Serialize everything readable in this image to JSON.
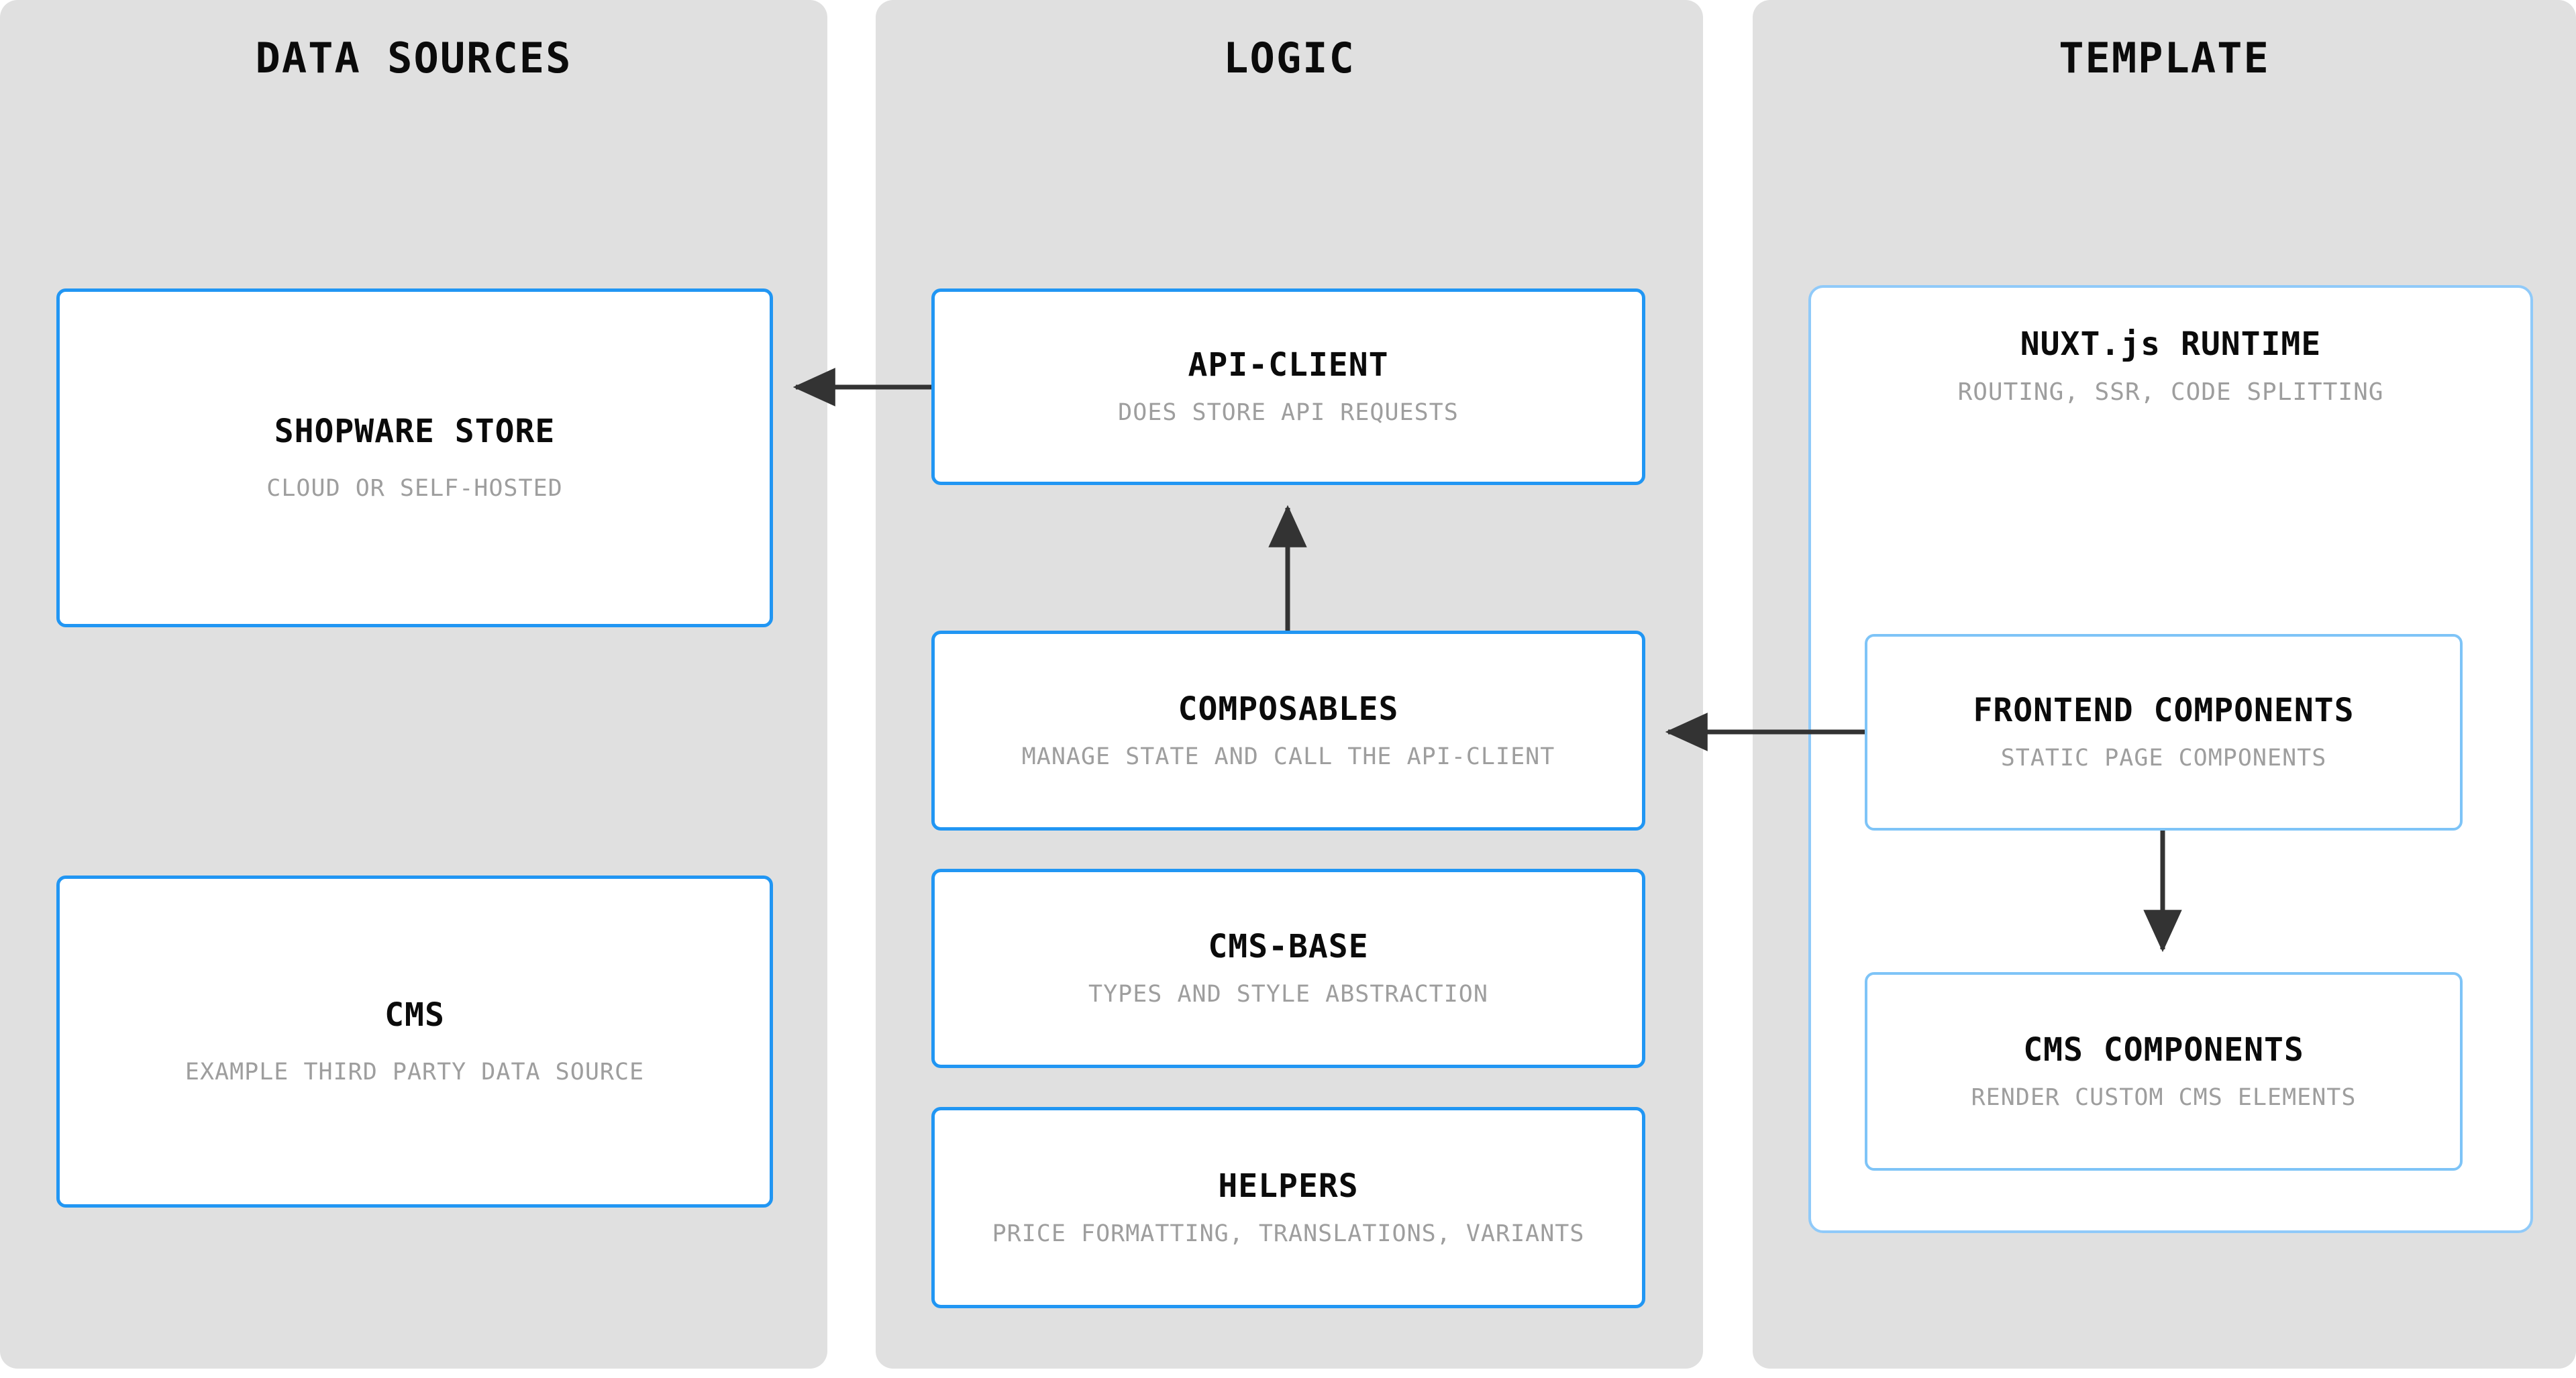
{
  "columns": [
    {
      "id": "data-sources",
      "title": "DATA SOURCES"
    },
    {
      "id": "logic",
      "title": "LOGIC"
    },
    {
      "id": "template",
      "title": "TEMPLATE"
    }
  ],
  "nodes": {
    "shopware_store": {
      "title": "SHOPWARE STORE",
      "subtitle": "CLOUD OR SELF-HOSTED"
    },
    "cms": {
      "title": "CMS",
      "subtitle": "EXAMPLE THIRD PARTY DATA SOURCE"
    },
    "api_client": {
      "title": "API-CLIENT",
      "subtitle": "DOES STORE API REQUESTS"
    },
    "composables": {
      "title": "COMPOSABLES",
      "subtitle": "MANAGE STATE AND CALL THE API-CLIENT"
    },
    "cms_base": {
      "title": "CMS-BASE",
      "subtitle": "TYPES AND STYLE ABSTRACTION"
    },
    "helpers": {
      "title": "HELPERS",
      "subtitle": "PRICE FORMATTING, TRANSLATIONS, VARIANTS"
    },
    "nuxt_runtime": {
      "title": "NUXT.js RUNTIME",
      "subtitle": "ROUTING, SSR, CODE SPLITTING"
    },
    "frontend_components": {
      "title": "FRONTEND COMPONENTS",
      "subtitle": "STATIC PAGE COMPONENTS"
    },
    "cms_components": {
      "title": "CMS COMPONENTS",
      "subtitle": "RENDER CUSTOM CMS ELEMENTS"
    }
  },
  "edges": [
    {
      "id": "api-client-to-shopware-store",
      "from": "api_client",
      "to": "shopware_store",
      "direction": "left"
    },
    {
      "id": "composables-to-api-client",
      "from": "composables",
      "to": "api_client",
      "direction": "up"
    },
    {
      "id": "frontend-components-to-composables",
      "from": "frontend_components",
      "to": "composables",
      "direction": "left"
    },
    {
      "id": "frontend-components-to-cms-components",
      "from": "frontend_components",
      "to": "cms_components",
      "direction": "down"
    }
  ],
  "colors": {
    "column_background": "#e0e0e0",
    "node_background": "#ffffff",
    "node_border": "#2196f3",
    "nested_node_border": "#7ec4f7",
    "title_text": "#0b0b0b",
    "subtitle_text": "#9e9e9e",
    "edge": "#333333",
    "page_background": "#ffffff"
  }
}
